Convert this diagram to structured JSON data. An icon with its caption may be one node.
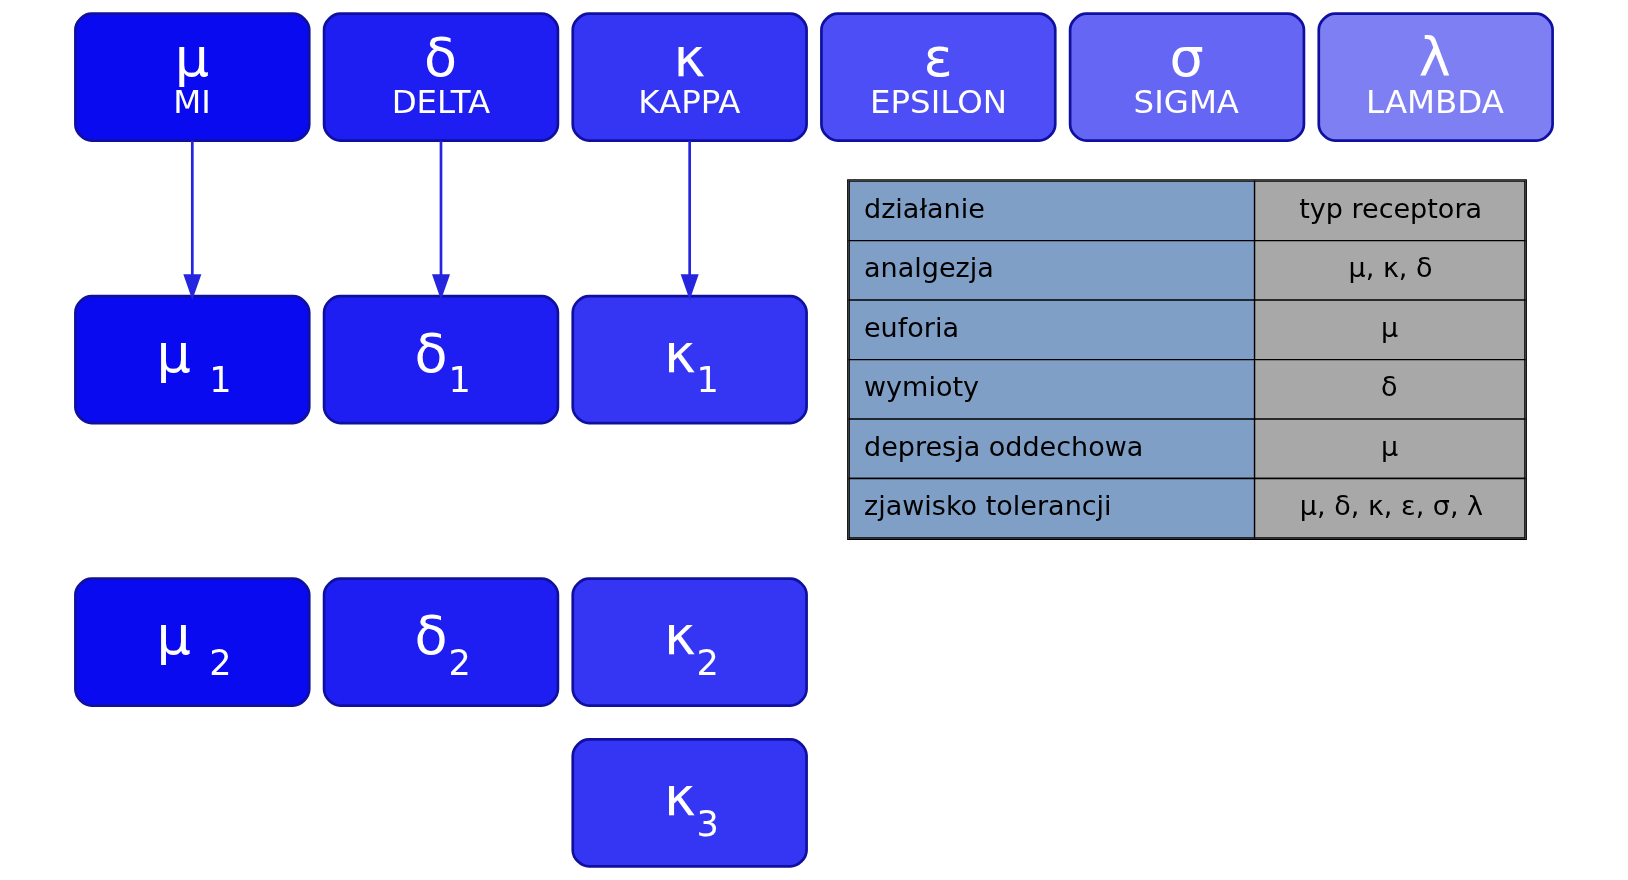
{
  "diagram": {
    "nodes": [
      {
        "text": [
          "μ",
          "MI"
        ]
      },
      {
        "text": [
          "δ",
          "DELTA"
        ]
      },
      {
        "text": [
          "κ",
          "KAPPA"
        ]
      },
      {
        "text": [
          "ε",
          "EPSILON"
        ]
      },
      {
        "text": [
          "σ",
          "SIGMA"
        ]
      },
      {
        "text": [
          "λ",
          "LAMBDA"
        ]
      },
      {
        "text": [
          "μ $_{1}$"
        ]
      },
      {
        "text": [
          "μ $_{2}$"
        ]
      },
      {
        "text": [
          "δ$_{1}$"
        ]
      },
      {
        "text": [
          "δ$_{2}$"
        ]
      },
      {
        "text": [
          "κ$_{1}$"
        ]
      },
      {
        "text": [
          "κ$_{2}$"
        ]
      },
      {
        "text": [
          "κ$_{3}$"
        ]
      }
    ],
    "edges": [
      {
        "from": 0,
        "to": 6,
        "arrow": "to"
      },
      {
        "from": 1,
        "to": 8,
        "arrow": "to"
      },
      {
        "from": 2,
        "to": 10,
        "arrow": "to"
      }
    ],
    "labels": [
      "działanie",
      "typ receptora",
      "analgezja",
      "μ, κ, δ",
      "euforia",
      "μ",
      "wymioty",
      "δ",
      "depresja oddechowa",
      "μ",
      "zjawisko tolerancji",
      "μ, δ, κ, ε, σ, λ"
    ]
  }
}
